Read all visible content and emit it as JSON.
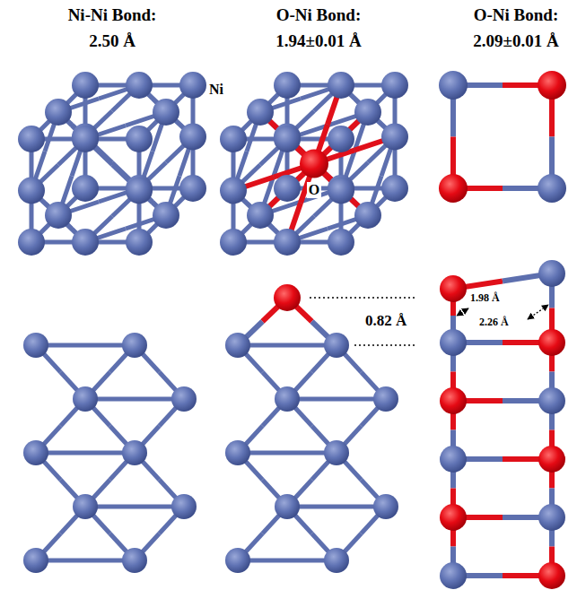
{
  "diagram": {
    "labels": [
      "Ni-Ni Bond:",
      "2.50 Å",
      "O-Ni Bond:",
      "1.94±0.01 Å",
      "O-Ni Bond:",
      "2.09±0.01 Å",
      "Ni",
      "O",
      "0.82 Å",
      "1.98 Å",
      "2.26 Å"
    ]
  }
}
